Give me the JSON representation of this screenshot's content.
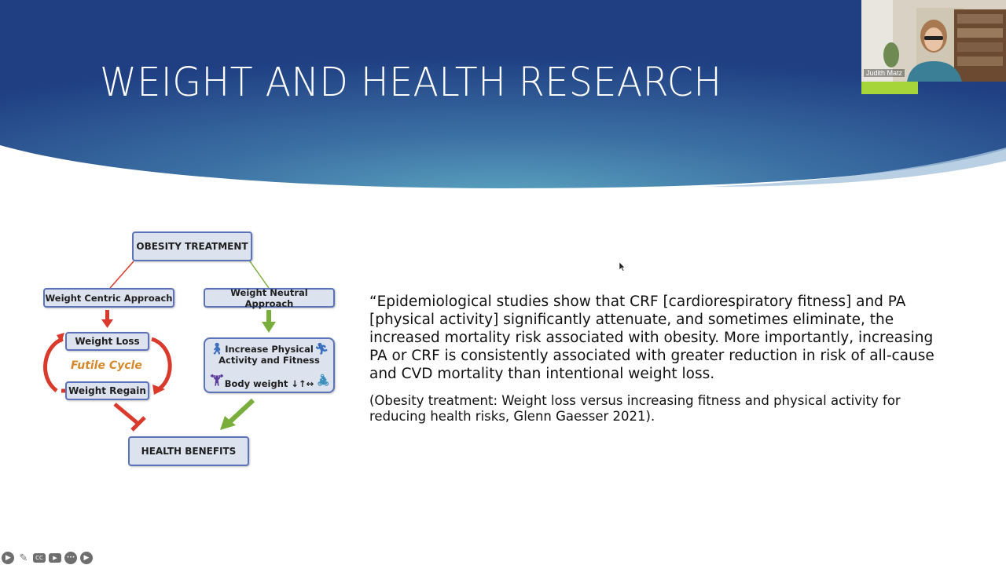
{
  "slide": {
    "title": "WEIGHT AND HEALTH RESEARCH",
    "quote": "“Epidemiological studies show that CRF [cardiorespiratory fitness]  and PA [physical activity] significantly attenuate, and sometimes eliminate, the increased mortality risk associated with obesity. More importantly, increasing PA or CRF is consistently associated with greater reduction in risk of all-cause and CVD mortality than intentional weight loss.",
    "citation": "(Obesity treatment: Weight loss versus increasing fitness and physical activity for reducing health risks, Glenn Gaesser 2021)."
  },
  "diagram": {
    "top": "OBESITY TREATMENT",
    "left_branch": "Weight Centric Approach",
    "right_branch": "Weight Neutral Approach",
    "weight_loss": "Weight Loss",
    "weight_regain": "Weight Regain",
    "futile_cycle": "Futile Cycle",
    "increase_pa_line1": "Increase Physical",
    "increase_pa_line2": "Activity and Fitness",
    "body_weight": "Body weight ↓↑↔",
    "bottom": "HEALTH BENEFITS",
    "colors": {
      "box_fill": "#dce2ee",
      "box_border": "#5b73b8",
      "red_arrow": "#d93a2b",
      "green_arrow": "#7aae3c",
      "futile": "#d6882a"
    }
  },
  "participant": {
    "name": "Judith Matz",
    "indicator_color": "#a6d53a"
  },
  "toolbar": {
    "prev": "◀",
    "pen": "✎",
    "captions": "CC",
    "camera_off": "▶",
    "more": "•••",
    "next": "▶"
  }
}
